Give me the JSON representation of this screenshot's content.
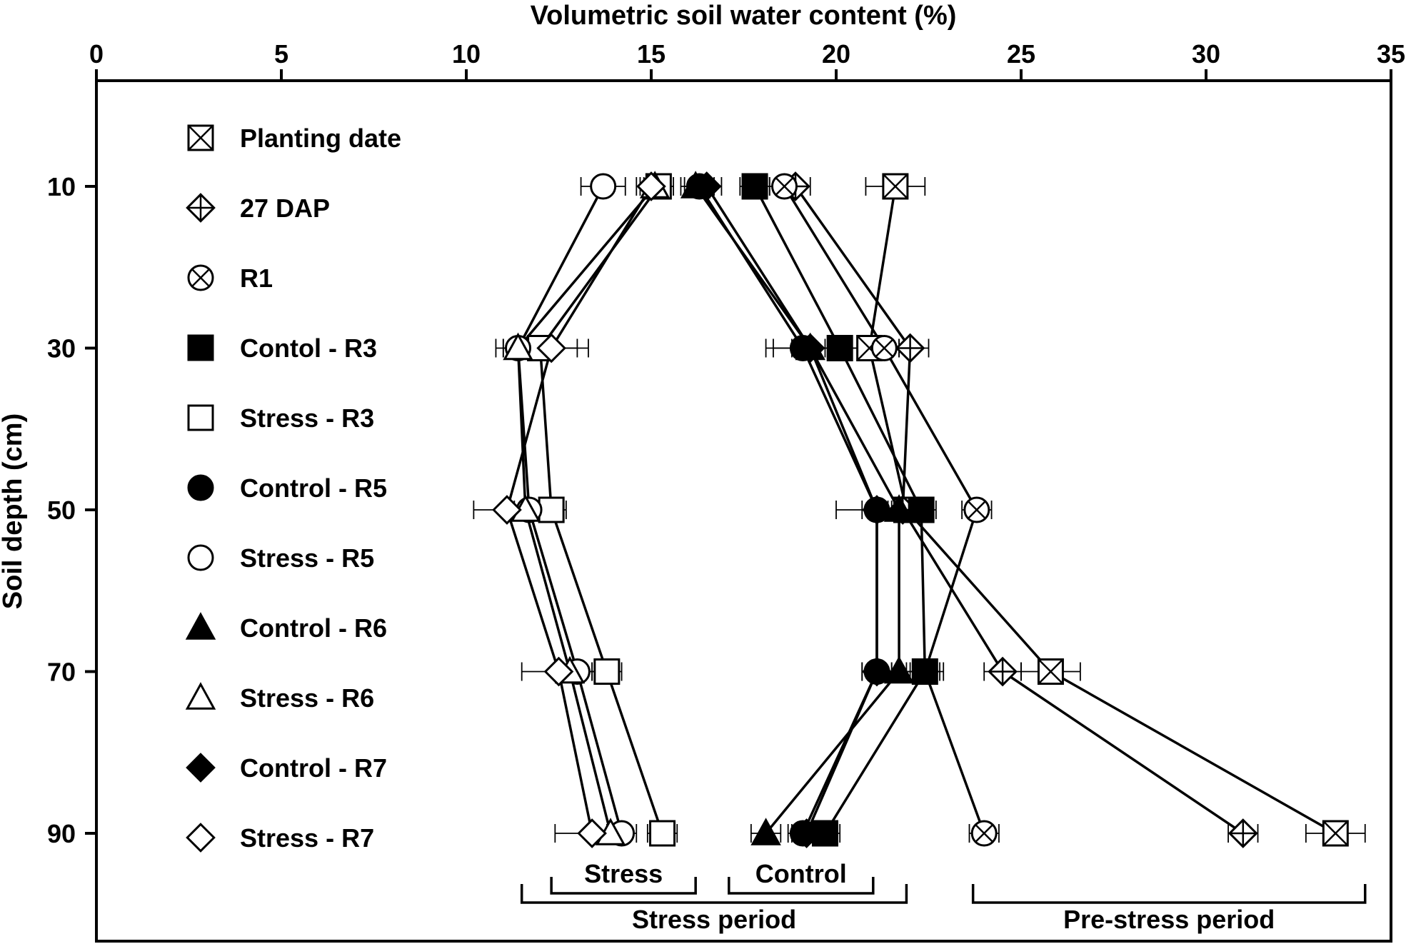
{
  "chart_data": {
    "type": "scatter",
    "xlabel": "Volumetric soil water content (%)",
    "ylabel": "Soil depth (cm)",
    "xlim": [
      0,
      35
    ],
    "ylim": [
      105,
      0
    ],
    "x_axis_position": "top",
    "y_axis_inverted": true,
    "grid": false,
    "legend_position": "left",
    "xticks": [
      "0",
      "5",
      "10",
      "15",
      "20",
      "25",
      "30",
      "35"
    ],
    "yticks": [
      "10",
      "30",
      "50",
      "70",
      "90"
    ],
    "depths": [
      10,
      30,
      50,
      70,
      90
    ],
    "series": [
      {
        "name": "Planting date",
        "marker": "square-x",
        "values": [
          21.6,
          20.9,
          21.9,
          25.8,
          33.5
        ],
        "errors": [
          0.8,
          0.8,
          0.7,
          0.8,
          0.8
        ]
      },
      {
        "name": "27 DAP",
        "marker": "diamond-plus",
        "values": [
          18.9,
          22.0,
          21.8,
          24.5,
          31.0
        ],
        "errors": [
          0.4,
          0.5,
          0.4,
          0.5,
          0.4
        ]
      },
      {
        "name": "R1",
        "marker": "circle-x",
        "values": [
          18.6,
          21.3,
          23.8,
          22.4,
          24.0
        ],
        "errors": [
          0.4,
          0.4,
          0.4,
          0.5,
          0.4
        ]
      },
      {
        "name": "Contol - R3",
        "marker": "square-filled",
        "values": [
          17.8,
          20.1,
          22.3,
          22.4,
          19.7
        ],
        "errors": [
          0.4,
          2.0,
          0.4,
          0.4,
          0.4
        ]
      },
      {
        "name": "Stress - R3",
        "marker": "square-open",
        "values": [
          15.2,
          12.0,
          12.3,
          13.8,
          15.3
        ],
        "errors": [
          0.4,
          1.0,
          0.4,
          0.4,
          0.4
        ]
      },
      {
        "name": "Control - R5",
        "marker": "circle-filled",
        "values": [
          16.3,
          19.1,
          21.1,
          21.1,
          19.1
        ],
        "errors": [
          0.4,
          0.8,
          1.1,
          0.4,
          0.4
        ]
      },
      {
        "name": "Stress - R5",
        "marker": "circle-open",
        "values": [
          13.7,
          11.4,
          11.7,
          13.0,
          14.2
        ],
        "errors": [
          0.6,
          0.6,
          0.4,
          0.4,
          0.4
        ]
      },
      {
        "name": "Control - R6",
        "marker": "triangle-filled",
        "values": [
          16.2,
          19.3,
          21.7,
          21.7,
          18.1
        ],
        "errors": [
          0.4,
          0.4,
          0.4,
          0.4,
          0.4
        ]
      },
      {
        "name": "Stress - R6",
        "marker": "triangle-open",
        "values": [
          15.1,
          11.4,
          11.6,
          12.8,
          13.9
        ],
        "errors": [
          0.4,
          0.4,
          0.4,
          0.4,
          0.4
        ]
      },
      {
        "name": "Control - R7",
        "marker": "diamond-filled",
        "values": [
          16.5,
          19.3,
          21.1,
          21.1,
          19.2
        ],
        "errors": [
          0.4,
          0.5,
          0.4,
          0.4,
          0.4
        ]
      },
      {
        "name": "Stress - R7",
        "marker": "diamond-open",
        "values": [
          15.0,
          12.3,
          11.1,
          12.5,
          13.4
        ],
        "errors": [
          0.4,
          1.0,
          0.9,
          1.0,
          1.0
        ]
      }
    ],
    "annotations": [
      {
        "label": "Stress",
        "x_range": [
          12.3,
          16.2
        ],
        "level": "inner"
      },
      {
        "label": "Control",
        "x_range": [
          17.1,
          21.0
        ],
        "level": "inner"
      },
      {
        "label": "Stress period",
        "x_range": [
          11.5,
          21.9
        ],
        "level": "outer"
      },
      {
        "label": "Pre-stress period",
        "x_range": [
          23.7,
          34.3
        ],
        "level": "outer"
      }
    ]
  }
}
